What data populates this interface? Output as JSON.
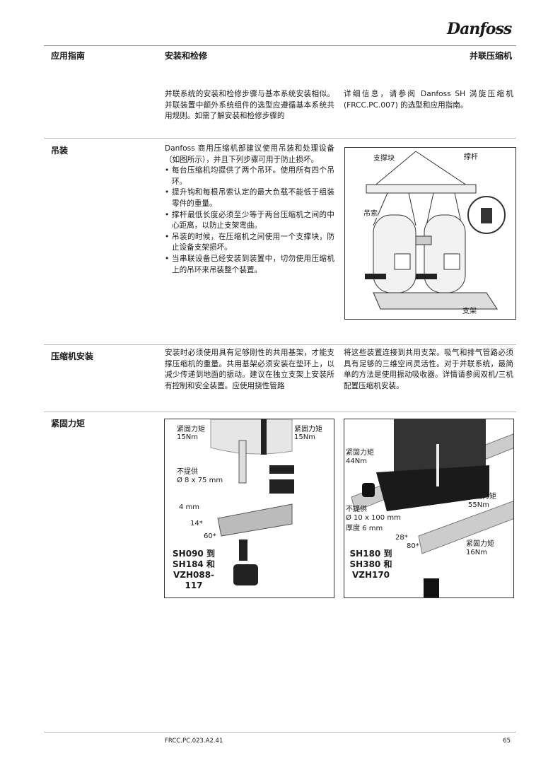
{
  "header": {
    "logo": "Danfoss",
    "left": "应用指南",
    "center": "安装和检修",
    "right": "并联压缩机"
  },
  "intro": {
    "col1": "并联系统的安装和检修步骤与基本系统安装相似。并联装置中额外系统组件的选型应遵循基本系统共用规则。如需了解安装和检修步骤的",
    "col2": "详细信息，请参阅 Danfoss SH 涡旋压缩机 (FRCC.PC.007) 的选型和应用指南。"
  },
  "lifting": {
    "title": "吊装",
    "lead": "Danfoss 商用压缩机部建议使用吊装和处理设备（如图所示），并且下列步骤可用于防止损坏。",
    "bullets": [
      "每台压缩机均提供了两个吊环。使用所有四个吊环。",
      "提升钩和每根吊索认定的最大负载不能低于组装零件的重量。",
      "撑杆最低长度必须至少等于两台压缩机之间的中心距离，以防止支架弯曲。",
      "吊装的时候，在压缩机之间使用一个支撑块，防止设备支架损坏。",
      "当串联设备已经安装到装置中，切勿使用压缩机上的吊环来吊装整个装置。"
    ],
    "figure": {
      "block": "支撑块",
      "bar": "撑杆",
      "sling": "吊索",
      "frame": "支架"
    }
  },
  "mounting": {
    "title": "压缩机安装",
    "col1": "安装时必须使用具有足够刚性的共用基架，才能支撑压缩机的重量。共用基架必须安装在垫环上，以减少传递到地面的振动。建议在独立支架上安装所有控制和安全装置。应使用挠性管路",
    "col2": "将这些装置连接到共用支架。吸气和排气管路必须具有足够的三维空间灵活性。对于并联系统，最简单的方法是使用振动吸收器。详情请参阅双机/三机配置压缩机安装。"
  },
  "torque": {
    "title": "紧固力矩",
    "fig1": {
      "t1": "紧固力矩",
      "v1": "15Nm",
      "t2": "紧固力矩",
      "v2": "15Nm",
      "np": "不提供",
      "np_size": "Ø 8 x 75 mm",
      "thick": "4 mm",
      "d1": "14*",
      "d2": "60*",
      "models": [
        "SH090 到",
        "SH184 和",
        "VZH088-117"
      ]
    },
    "fig2": {
      "t1": "紧固力矩",
      "v1": "44Nm",
      "t2": "紧固力矩",
      "v2": "55Nm",
      "np": "不提供",
      "np_size": "Ø 10 x 100 mm",
      "thick": "厚度 6 mm",
      "d1": "28*",
      "d2": "80*",
      "t3": "紧固力矩",
      "v3": "16Nm",
      "models": [
        "SH180 到",
        "SH380 和",
        "VZH170"
      ]
    }
  },
  "footer": {
    "doc": "FRCC.PC.023.A2.41",
    "page": "65"
  }
}
